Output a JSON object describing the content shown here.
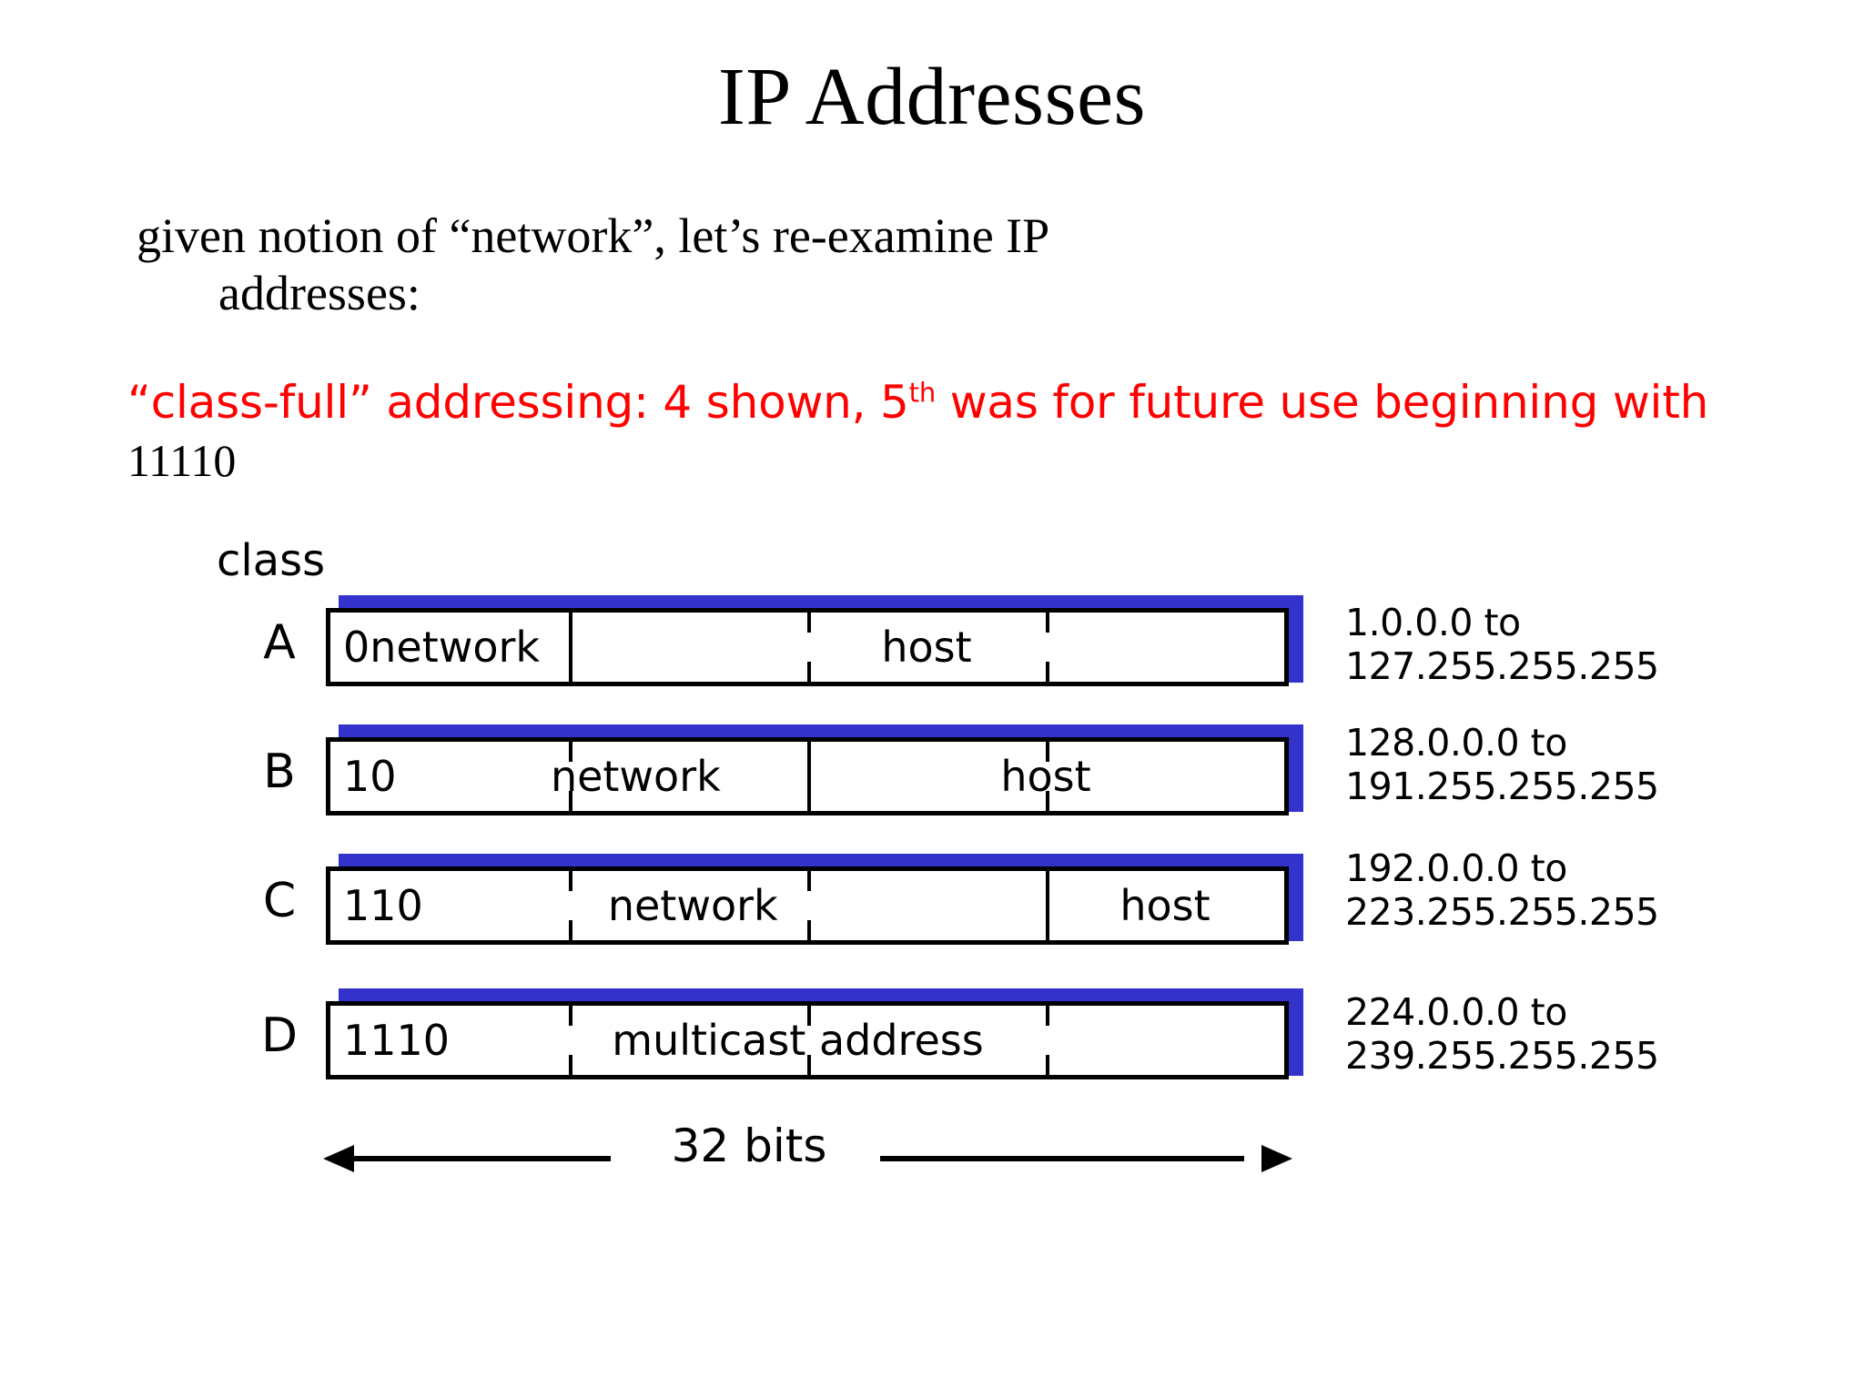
{
  "slide": {
    "title": "IP Addresses",
    "intro_line_1": "given notion of “network”, let’s re-examine IP",
    "intro_line_2": "addresses:",
    "classfull_part_1": "“class-full” addressing: 4 shown, 5",
    "classfull_superscript": "th",
    "classfull_part_2": " was for future use beginning with ",
    "classfull_binary": "11110",
    "class_caption": "class",
    "bits_label": "32 bits"
  },
  "colors": {
    "red_text": "#ff0000",
    "shadow_blue": "#3333cc",
    "box_border": "#000000",
    "background": "#ffffff"
  },
  "classes": [
    {
      "letter": "A",
      "prefix": "0network",
      "field_2": "host",
      "range_from": "1.0.0.0 to",
      "range_to": "127.255.255.255"
    },
    {
      "letter": "B",
      "prefix": "10",
      "field_1": "network",
      "field_2": "host",
      "range_from": "128.0.0.0 to",
      "range_to": "191.255.255.255"
    },
    {
      "letter": "C",
      "prefix": "110",
      "field_1": "network",
      "field_2": "host",
      "range_from": "192.0.0.0 to",
      "range_to": "223.255.255.255"
    },
    {
      "letter": "D",
      "prefix": "1110",
      "field_1": "multicast address",
      "range_from": "224.0.0.0 to",
      "range_to": "239.255.255.255"
    }
  ]
}
